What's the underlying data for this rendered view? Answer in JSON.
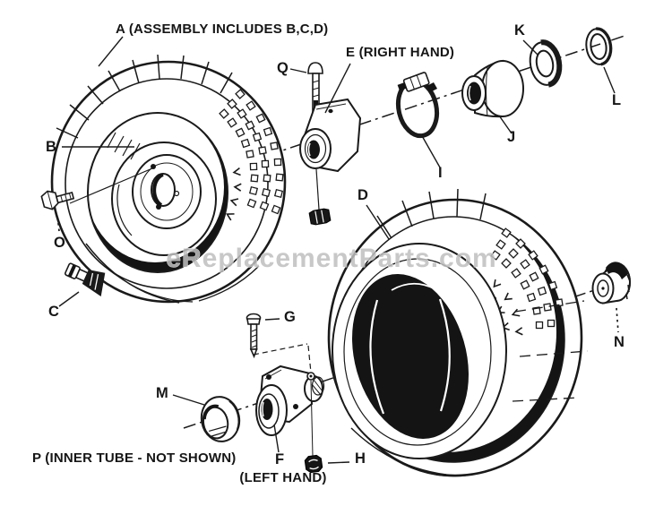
{
  "diagram": {
    "watermark": "eReplacementParts.com"
  },
  "labels": {
    "A": "A (ASSEMBLY INCLUDES B,C,D)",
    "B": "B",
    "C": "C",
    "D": "D",
    "E": "E (RIGHT HAND)",
    "F": "F",
    "F_note": "(LEFT HAND)",
    "G": "G",
    "H": "H",
    "I": "I",
    "J": "J",
    "K": "K",
    "L": "L",
    "M": "M",
    "N": "N",
    "O": "O",
    "P": "P (INNER TUBE - NOT SHOWN)",
    "Q": "Q"
  }
}
